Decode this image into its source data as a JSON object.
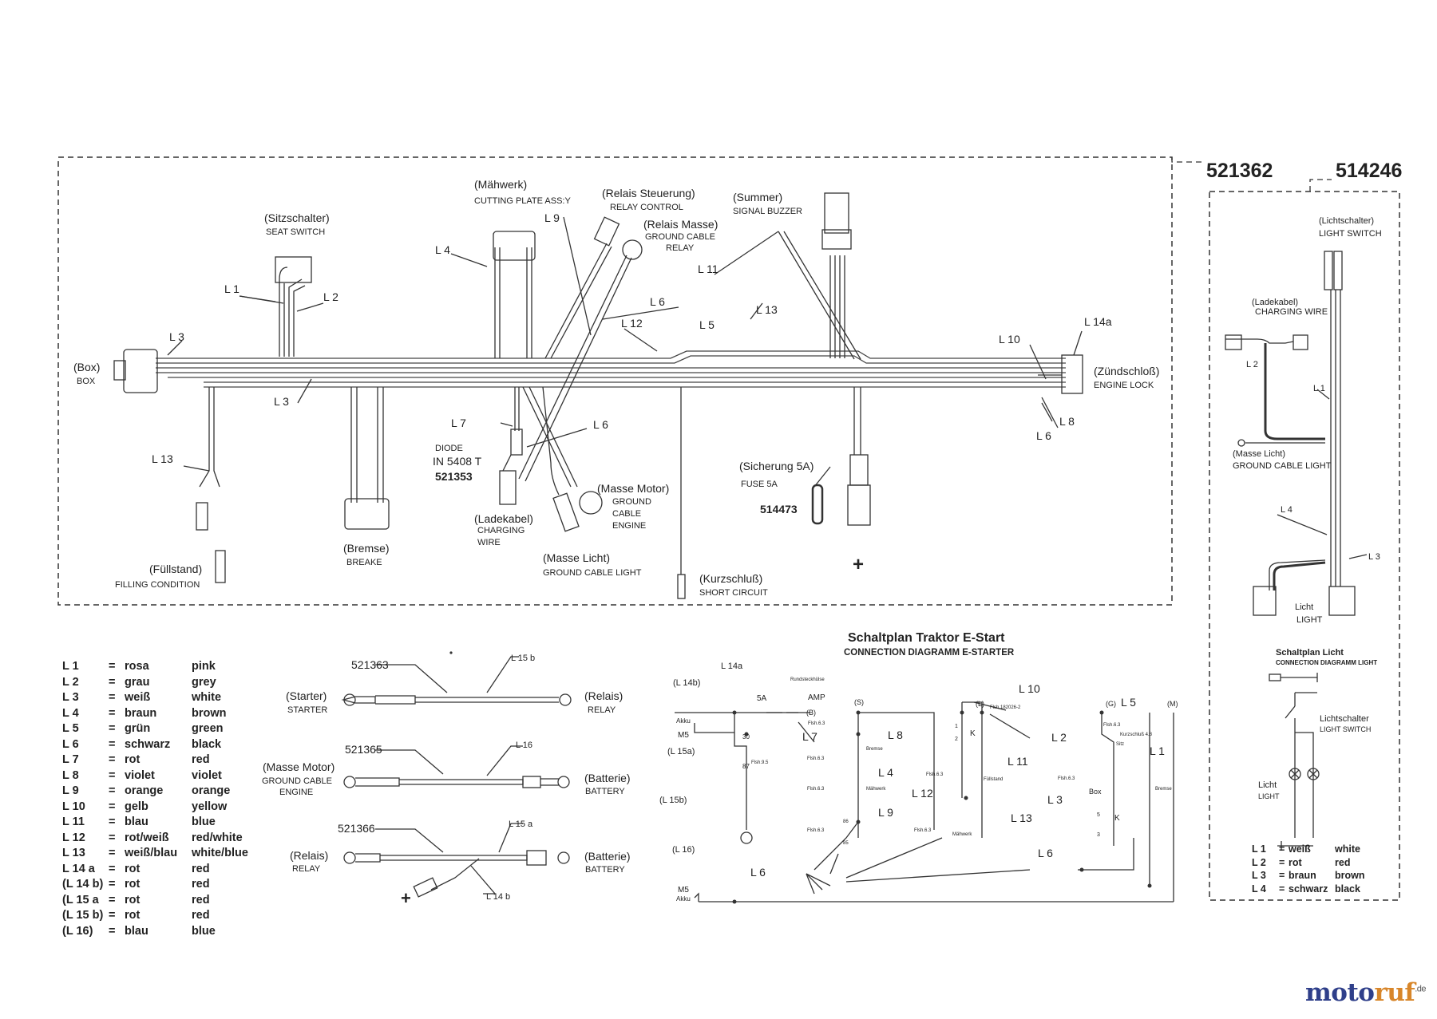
{
  "part_numbers": {
    "main": "521362",
    "light": "514246",
    "diode": "521353",
    "fuse": "514473",
    "cable_starter": "521363",
    "cable_motor": "521365",
    "cable_relay": "521366"
  },
  "harness": {
    "box": "(Box)",
    "box_en": "BOX",
    "seat_switch": "(Sitzschalter)",
    "seat_switch_en": "SEAT SWITCH",
    "cutting_plate": "(Mähwerk)",
    "cutting_plate_en": "CUTTING PLATE ASS:Y",
    "relay_control": "(Relais Steuerung)",
    "relay_control_en": "RELAY CONTROL",
    "relay_ground": "(Relais Masse)",
    "relay_ground_en1": "GROUND CABLE",
    "relay_ground_en2": "RELAY",
    "buzzer": "(Summer)",
    "buzzer_en": "SIGNAL BUZZER",
    "ignition": "(Zündschloß)",
    "ignition_en": "ENGINE LOCK",
    "fuse": "(Sicherung 5A)",
    "fuse_en": "FUSE 5A",
    "diode": "DIODE",
    "diode_type": "IN 5408 T",
    "charging": "(Ladekabel)",
    "charging_en1": "CHARGING",
    "charging_en2": "WIRE",
    "ground_motor": "(Masse Motor)",
    "ground_motor_en1": "GROUND",
    "ground_motor_en2": "CABLE",
    "ground_motor_en3": "ENGINE",
    "ground_light": "(Masse Licht)",
    "ground_light_en": "GROUND CABLE LIGHT",
    "short_circuit": "(Kurzschluß)",
    "short_circuit_en": "SHORT CIRCUIT",
    "brake": "(Bremse)",
    "brake_en": "BREAKE",
    "filling": "(Füllstand)",
    "filling_en": "FILLING CONDITION",
    "plus": "+"
  },
  "wire_labels": {
    "L1": "L 1",
    "L2": "L 2",
    "L3": "L 3",
    "L4": "L 4",
    "L5": "L 5",
    "L6": "L 6",
    "L7": "L 7",
    "L8": "L 8",
    "L9": "L 9",
    "L10": "L 10",
    "L11": "L 11",
    "L12": "L 12",
    "L13": "L 13",
    "L14a": "L 14a",
    "L14b": "L 14 b",
    "L15a": "L 15 a",
    "L15b": "L 15 b",
    "L16": "L 16"
  },
  "light_harness": {
    "switch": "(Lichtschalter)",
    "switch_en": "LIGHT SWITCH",
    "charging": "(Ladekabel)",
    "charging_en": "CHARGING WIRE",
    "ground": "(Masse Licht)",
    "ground_en": "GROUND CABLE LIGHT",
    "light": "Licht",
    "light_en": "LIGHT"
  },
  "cables": {
    "starter": "(Starter)",
    "starter_en": "STARTER",
    "relay": "(Relais)",
    "relay_en": "RELAY",
    "ground_motor": "(Masse Motor)",
    "ground_motor_en1": "GROUND CABLE",
    "ground_motor_en2": "ENGINE",
    "battery": "(Batterie)",
    "battery_en": "BATTERY"
  },
  "schematic": {
    "title": "Schaltplan Traktor E-Start",
    "subtitle": "CONNECTION DIAGRAMM E-STARTER",
    "l14a": "L 14a",
    "l14b": "(L 14b)",
    "l15a": "(L 15a)",
    "l15b": "(L 15b)",
    "l16": "(L 16)",
    "akku": "Akku",
    "m5": "M5",
    "fuse5a": "5A",
    "amp": "AMP",
    "rundsteck": "Rundsteckhülse",
    "s": "(S)",
    "b": "(B)",
    "l": "(L)",
    "g": "(G)",
    "m": "(M)",
    "flsh63": "Flsh.6.3",
    "flsh95": "Flsh.9.5",
    "flsh182": "Flsh.182026-2",
    "bremse": "Bremse",
    "maehwerk": "Mähwerk",
    "fuellstand": "Füllstand",
    "sitz": "Sitz",
    "box": "Box",
    "kurz": "Kurzschluß 4.8",
    "n30": "30",
    "n87": "87",
    "n86": "86",
    "n85": "85",
    "n1": "1",
    "n2": "2",
    "n3": "3",
    "n5": "5",
    "kh": "K",
    "L1": "L 1",
    "L2": "L 2",
    "L3": "L 3",
    "L4": "L 4",
    "L5": "L 5",
    "L6": "L 6",
    "L7": "L 7",
    "L8": "L 8",
    "L9": "L 9",
    "L10": "L 10",
    "L11": "L 11",
    "L12": "L 12",
    "L13": "L 13"
  },
  "light_schematic": {
    "title": "Schaltplan Licht",
    "subtitle": "CONNECTION DIAGRAMM LIGHT",
    "switch": "Lichtschalter",
    "switch_en": "LIGHT SWITCH",
    "light": "Licht",
    "light_en": "LIGHT"
  },
  "color_legend": [
    {
      "code": "L 1",
      "eq": "=",
      "de": "rosa",
      "en": "pink"
    },
    {
      "code": "L 2",
      "eq": "=",
      "de": "grau",
      "en": "grey"
    },
    {
      "code": "L 3",
      "eq": "=",
      "de": "weiß",
      "en": "white"
    },
    {
      "code": "L 4",
      "eq": "=",
      "de": "braun",
      "en": "brown"
    },
    {
      "code": "L 5",
      "eq": "=",
      "de": "grün",
      "en": "green"
    },
    {
      "code": "L 6",
      "eq": "=",
      "de": "schwarz",
      "en": "black"
    },
    {
      "code": "L 7",
      "eq": "=",
      "de": "rot",
      "en": "red"
    },
    {
      "code": "L 8",
      "eq": "=",
      "de": "violet",
      "en": "violet"
    },
    {
      "code": "L 9",
      "eq": "=",
      "de": "orange",
      "en": "orange"
    },
    {
      "code": "L 10",
      "eq": "=",
      "de": "gelb",
      "en": "yellow"
    },
    {
      "code": "L 11",
      "eq": "=",
      "de": "blau",
      "en": "blue"
    },
    {
      "code": "L 12",
      "eq": "=",
      "de": "rot/weiß",
      "en": "red/white"
    },
    {
      "code": "L 13",
      "eq": "=",
      "de": "weiß/blau",
      "en": "white/blue"
    },
    {
      "code": "L 14 a",
      "eq": "=",
      "de": "rot",
      "en": "red"
    },
    {
      "code": "(L 14 b)",
      "eq": "=",
      "de": "rot",
      "en": "red"
    },
    {
      "code": "(L 15 a",
      "eq": "=",
      "de": "rot",
      "en": "red"
    },
    {
      "code": "(L 15 b)",
      "eq": "=",
      "de": "rot",
      "en": "red"
    },
    {
      "code": "(L 16)",
      "eq": "=",
      "de": "blau",
      "en": "blue"
    }
  ],
  "light_legend": [
    {
      "code": "L 1",
      "eq": "=",
      "de": "weiß",
      "en": "white"
    },
    {
      "code": "L 2",
      "eq": "=",
      "de": "rot",
      "en": "red"
    },
    {
      "code": "L 3",
      "eq": "=",
      "de": "braun",
      "en": "brown"
    },
    {
      "code": "L 4",
      "eq": "=",
      "de": "schwarz",
      "en": "black"
    }
  ],
  "logo": {
    "a": "moto",
    "b": "ruf",
    "c": ".de"
  },
  "colors": {
    "line": "#333333",
    "logo_blue": "#2f3f8a",
    "logo_orange": "#d8862a"
  }
}
